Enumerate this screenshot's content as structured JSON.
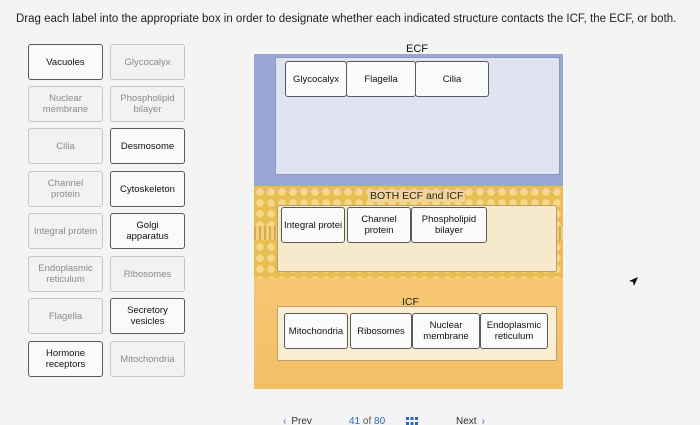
{
  "instruction": "Drag each label into the appropriate box in order to designate whether each indicated structure contacts the ICF, the ECF, or both.",
  "label_bank": [
    {
      "text": "Vacuoles",
      "state": "active"
    },
    {
      "text": "Glycocalyx",
      "state": "used"
    },
    {
      "text": "Nuclear membrane",
      "state": "used"
    },
    {
      "text": "Phospholipid bilayer",
      "state": "used"
    },
    {
      "text": "Cilia",
      "state": "used"
    },
    {
      "text": "Desmosome",
      "state": "active"
    },
    {
      "text": "Channel protein",
      "state": "used"
    },
    {
      "text": "Cytoskeleton",
      "state": "active"
    },
    {
      "text": "Integral protein",
      "state": "used"
    },
    {
      "text": "Golgi apparatus",
      "state": "active"
    },
    {
      "text": "Endoplasmic reticulum",
      "state": "used"
    },
    {
      "text": "Ribosomes",
      "state": "used"
    },
    {
      "text": "Flagella",
      "state": "used"
    },
    {
      "text": "Secretory vesicles",
      "state": "active"
    },
    {
      "text": "Hormone receptors",
      "state": "active"
    },
    {
      "text": "Mitochondria",
      "state": "used"
    }
  ],
  "zones": {
    "ecf": {
      "title": "ECF",
      "items": [
        "Glycocalyx",
        "Flagella",
        "Cilia"
      ]
    },
    "both": {
      "title": "BOTH ECF and ICF",
      "items": [
        "Integral protei",
        "Channel protein",
        "Phospholipid bilayer"
      ]
    },
    "icf": {
      "title": "ICF",
      "items": [
        "Mitochondria",
        "Ribosomes",
        "Nuclear membrane",
        "Endoplasmic reticulum"
      ]
    }
  },
  "colors": {
    "ecf_fill": "#9aa6d6",
    "membrane_fill": "#e8bd52",
    "icf_fill": "#f4c46c",
    "link": "#2a6ac0"
  },
  "pager": {
    "prev_label": "Prev",
    "current": "41",
    "of_label": "of",
    "total": "80",
    "next_label": "Next",
    "grid_icon": "grid-icon"
  }
}
